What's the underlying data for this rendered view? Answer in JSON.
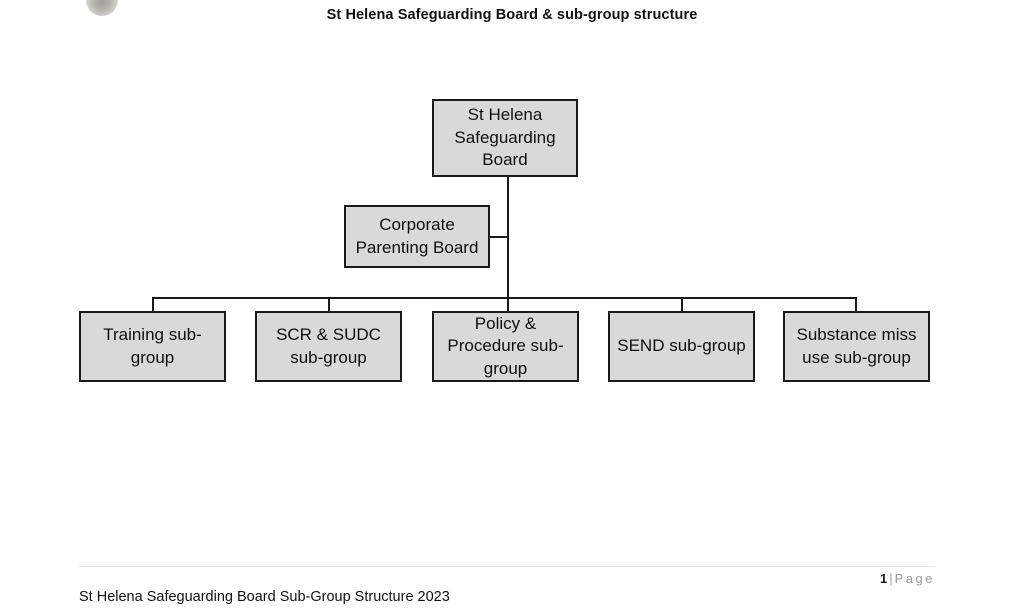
{
  "document": {
    "title": "St Helena Safeguarding Board & sub-group structure",
    "emblem_icon": "circular-crest-logo"
  },
  "chart_data": {
    "type": "diagram",
    "title": "St Helena Safeguarding Board & sub-group structure",
    "orientation": "top-down",
    "node_fill": "#d9d9d9",
    "node_border": "#1a1a1a",
    "nodes": [
      {
        "id": "root",
        "label": "St Helena Safeguarding Board",
        "lines": [
          "St Helena",
          "Safeguarding",
          "Board"
        ]
      },
      {
        "id": "corporate",
        "label": "Corporate Parenting Board",
        "lines": [
          "Corporate",
          "Parenting Board"
        ]
      },
      {
        "id": "training",
        "label": "Training sub-group",
        "lines": [
          "Training sub-",
          "group"
        ]
      },
      {
        "id": "scr",
        "label": "SCR & SUDC sub-group",
        "lines": [
          "SCR & SUDC",
          "sub-group"
        ]
      },
      {
        "id": "policy",
        "label": "Policy & Procedure sub-group",
        "lines": [
          "Policy &",
          "Procedure sub-",
          "group"
        ]
      },
      {
        "id": "send",
        "label": "SEND sub-group",
        "lines": [
          "SEND sub-group"
        ]
      },
      {
        "id": "substance",
        "label": "Substance miss use sub-group",
        "lines": [
          "Substance miss",
          "use sub-group"
        ]
      }
    ],
    "edges": [
      {
        "from": "root",
        "to": "corporate"
      },
      {
        "from": "root",
        "to": "training"
      },
      {
        "from": "root",
        "to": "scr"
      },
      {
        "from": "root",
        "to": "policy"
      },
      {
        "from": "root",
        "to": "send"
      },
      {
        "from": "root",
        "to": "substance"
      }
    ]
  },
  "footer": {
    "caption": "St Helena Safeguarding Board Sub-Group Structure 2023",
    "page_number": "1",
    "page_separator": "|",
    "page_word": "Page"
  }
}
